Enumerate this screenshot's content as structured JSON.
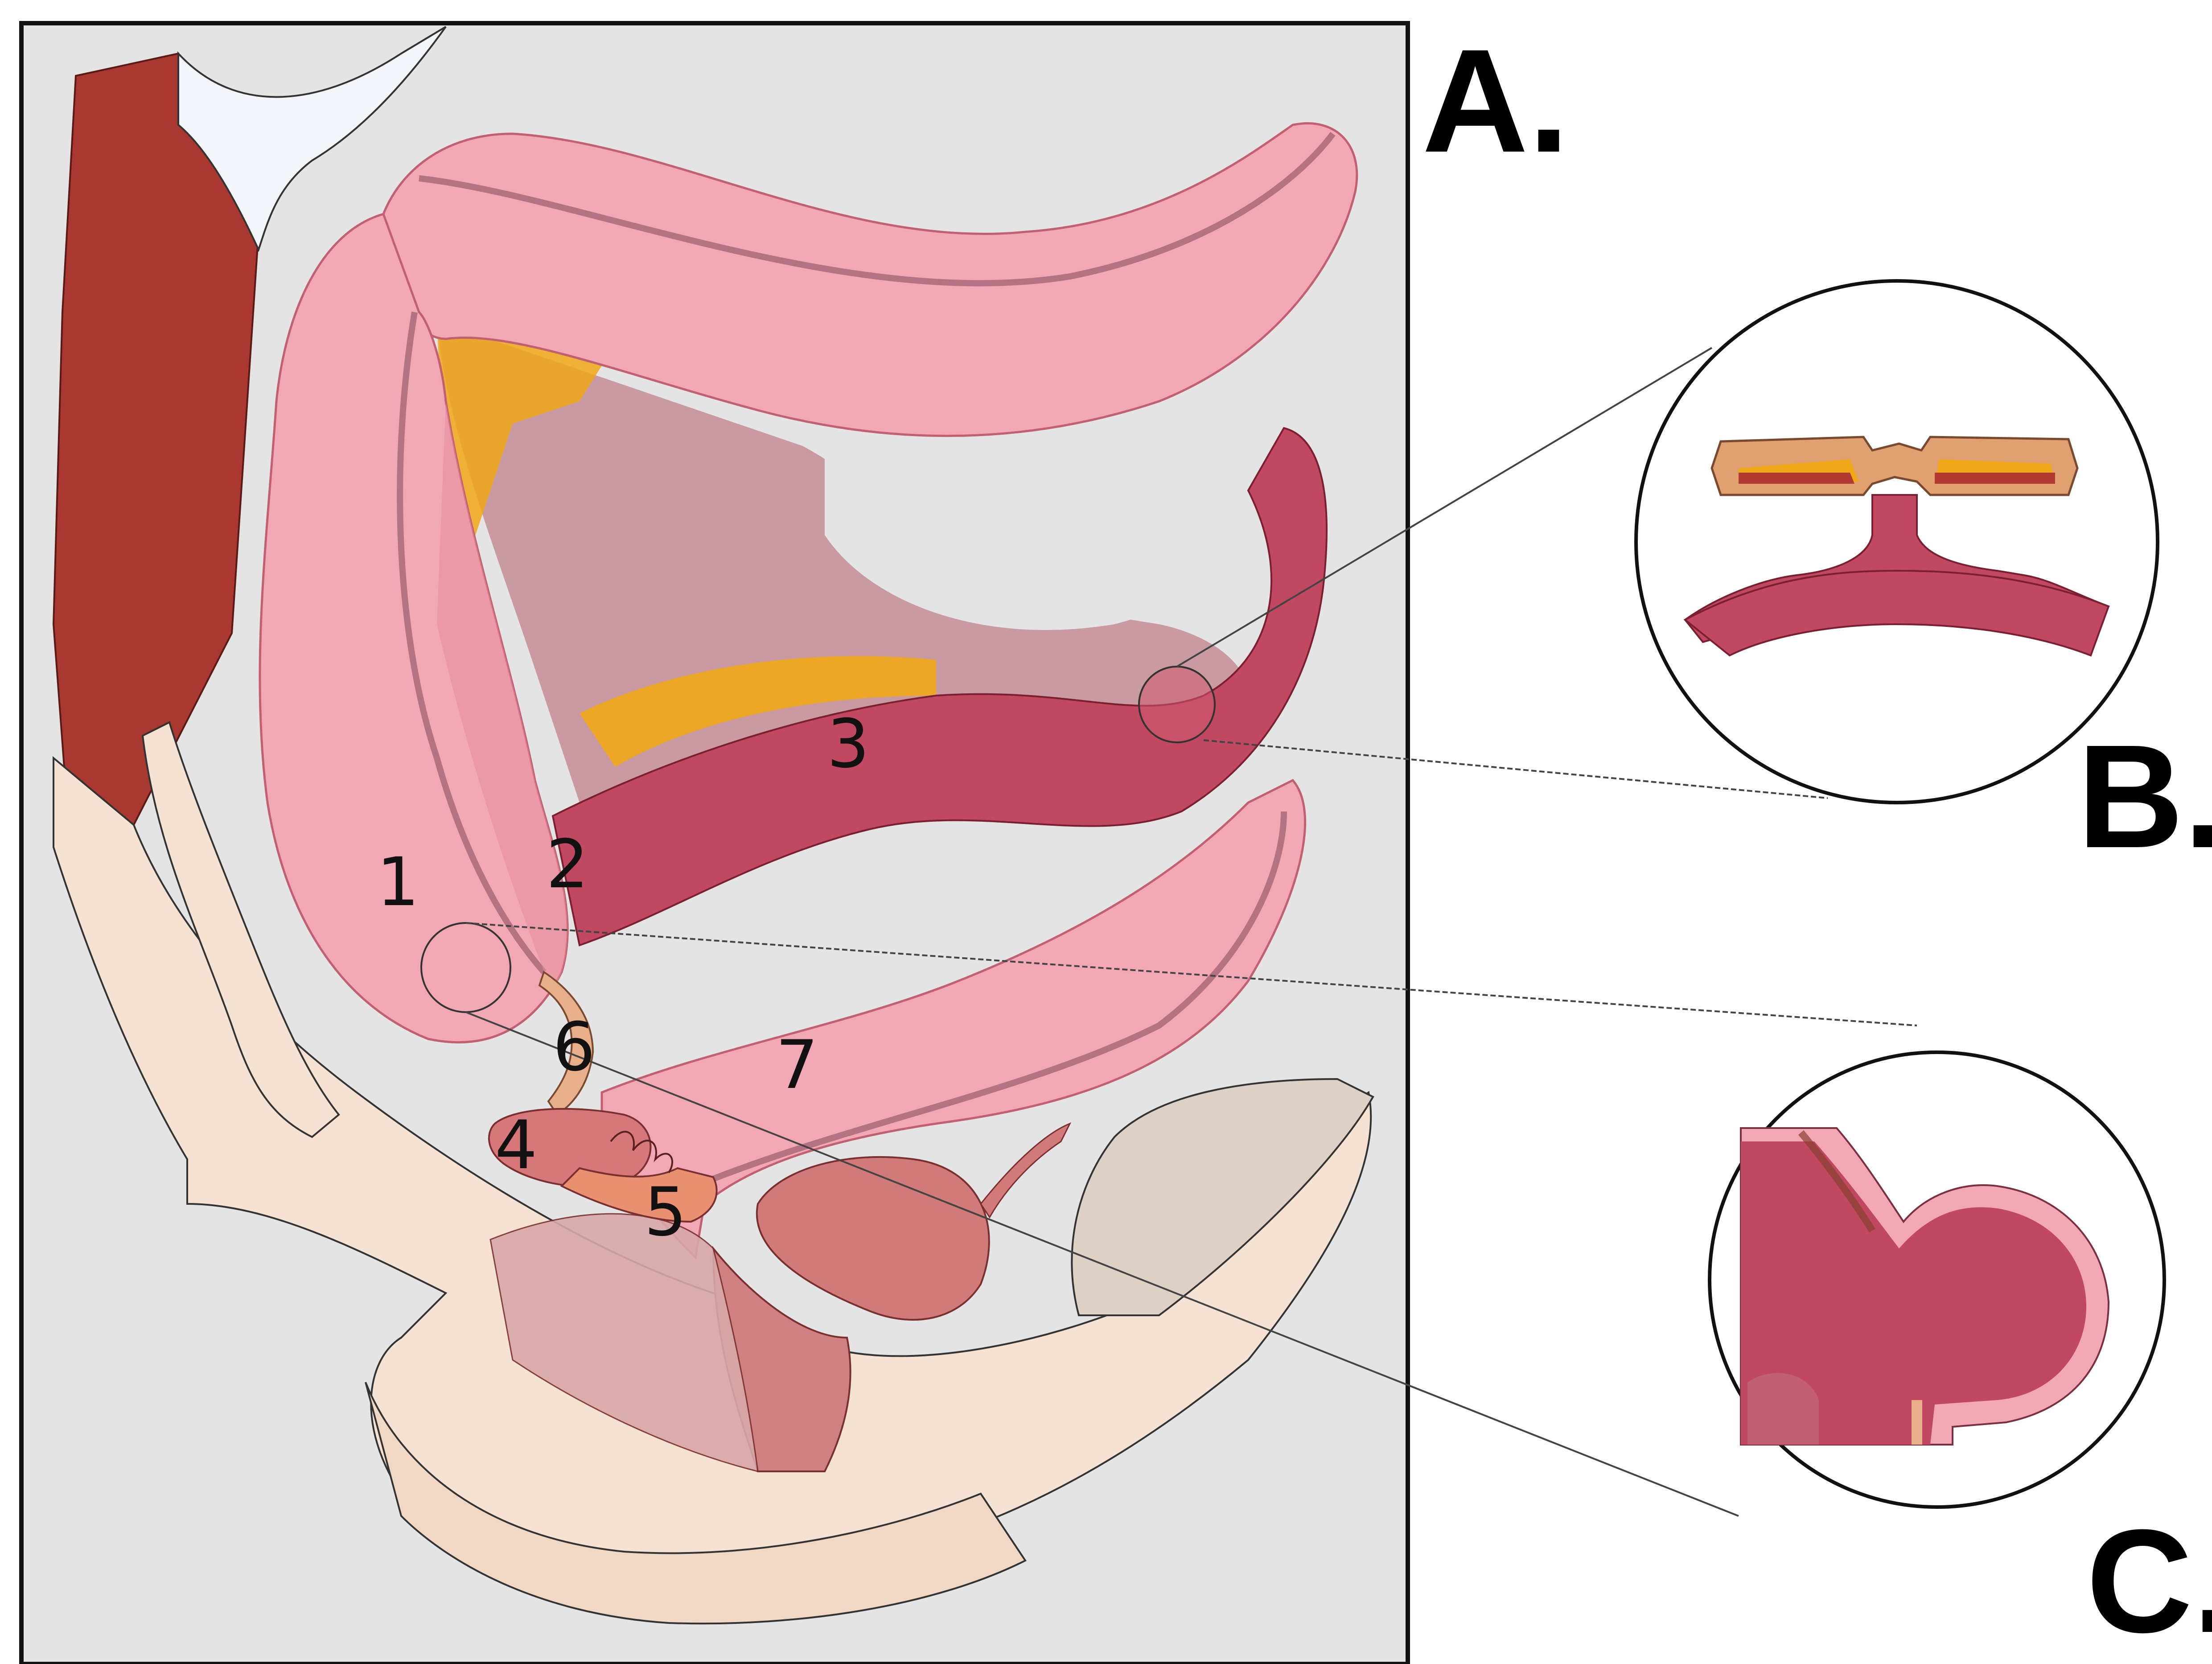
{
  "figure": {
    "panel_labels": {
      "a": "A.",
      "b": "B.",
      "c": "C."
    },
    "structure_numbers": [
      "1",
      "2",
      "3",
      "4",
      "5",
      "6",
      "7"
    ]
  },
  "colors": {
    "background_panel": "#e4e4e4",
    "colon_pink": "#f2a7b4",
    "colon_dark": "#e58c9d",
    "mesentery": "#c79aa0",
    "sigmoid_crimson": "#c04860",
    "fat_yellow": "#f0a818",
    "muscle_red": "#a83830",
    "bone_beige": "#f6e2d2",
    "uterus": "#d07a7a",
    "ovary": "#e89070"
  }
}
